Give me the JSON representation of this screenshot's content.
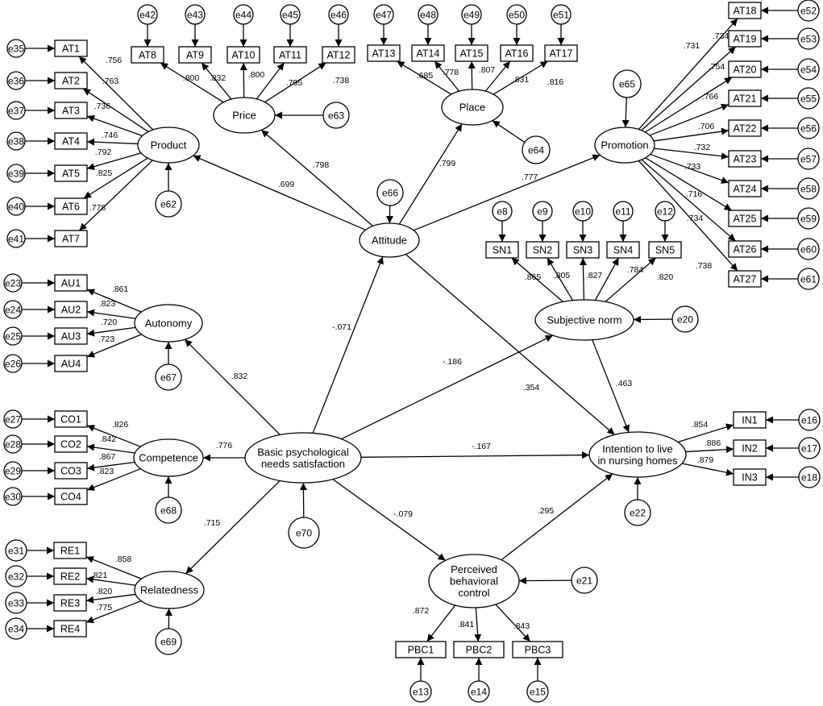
{
  "latents": {
    "Product": "Product",
    "Price": "Price",
    "Place": "Place",
    "Promotion": "Promotion",
    "Attitude": "Attitude",
    "Autonomy": "Autonomy",
    "Competence": "Competence",
    "Relatedness": "Relatedness",
    "SubjNorm": "Subjective norm",
    "Intention": [
      "Intention to live",
      "in nursing homes"
    ],
    "BPNS": [
      "Basic psychological",
      "needs satisfaction"
    ],
    "PBC": [
      "Perceived",
      "behavioral",
      "control"
    ]
  },
  "observed": [
    "AT1",
    "AT2",
    "AT3",
    "AT4",
    "AT5",
    "AT6",
    "AT7",
    "AT8",
    "AT9",
    "AT10",
    "AT11",
    "AT12",
    "AT13",
    "AT14",
    "AT15",
    "AT16",
    "AT17",
    "AT18",
    "AT19",
    "AT20",
    "AT21",
    "AT22",
    "AT23",
    "AT24",
    "AT25",
    "AT26",
    "AT27",
    "AU1",
    "AU2",
    "AU3",
    "AU4",
    "CO1",
    "CO2",
    "CO3",
    "CO4",
    "RE1",
    "RE2",
    "RE3",
    "RE4",
    "SN1",
    "SN2",
    "SN3",
    "SN4",
    "SN5",
    "IN1",
    "IN2",
    "IN3",
    "PBC1",
    "PBC2",
    "PBC3"
  ],
  "errors": [
    "e35",
    "e36",
    "e37",
    "e38",
    "e39",
    "e40",
    "e41",
    "e42",
    "e43",
    "e44",
    "e45",
    "e46",
    "e47",
    "e48",
    "e49",
    "e50",
    "e51",
    "e52",
    "e53",
    "e54",
    "e55",
    "e56",
    "e57",
    "e58",
    "e59",
    "e60",
    "e61",
    "e62",
    "e63",
    "e64",
    "e65",
    "e66",
    "e23",
    "e24",
    "e25",
    "e26",
    "e27",
    "e28",
    "e29",
    "e30",
    "e31",
    "e32",
    "e33",
    "e34",
    "e67",
    "e68",
    "e69",
    "e70",
    "e8",
    "e9",
    "e10",
    "e11",
    "e12",
    "e20",
    "e16",
    "e17",
    "e18",
    "e22",
    "e21",
    "e13",
    "e14",
    "e15"
  ],
  "loadings": {
    "product": [
      ".756",
      ".763",
      ".736",
      ".746",
      ".792",
      ".825",
      ".778"
    ],
    "price": [
      ".800",
      ".832",
      ".800",
      ".795",
      ".738"
    ],
    "place": [
      ".685",
      ".778",
      ".807",
      ".831",
      ".816"
    ],
    "promotion": [
      ".731",
      ".734",
      ".754",
      ".766",
      ".706",
      ".732",
      ".733",
      ".716",
      ".734",
      ".738"
    ],
    "autonomy": [
      ".861",
      ".823",
      ".720",
      ".723"
    ],
    "competence": [
      ".826",
      ".842",
      ".867",
      ".823"
    ],
    "relatedness": [
      ".858",
      ".821",
      ".820",
      ".775"
    ],
    "subjective_norm": [
      ".865",
      ".805",
      ".827",
      ".784",
      ".820"
    ],
    "intention": [
      ".854",
      ".886",
      ".879"
    ],
    "pbc": [
      ".872",
      ".841",
      ".843"
    ]
  },
  "structural": {
    "attitude_product": ".699",
    "attitude_price": ".798",
    "attitude_place": ".799",
    "attitude_promotion": ".777",
    "bpns_autonomy": ".832",
    "bpns_competence": ".776",
    "bpns_relatedness": ".715",
    "bpns_attitude": "-.071",
    "bpns_subjective_norm": "-.186",
    "bpns_intention": "-.167",
    "bpns_pbc": "-.079",
    "attitude_intention": ".354",
    "subjective_norm_intention": ".463",
    "pbc_intention": ".295"
  }
}
